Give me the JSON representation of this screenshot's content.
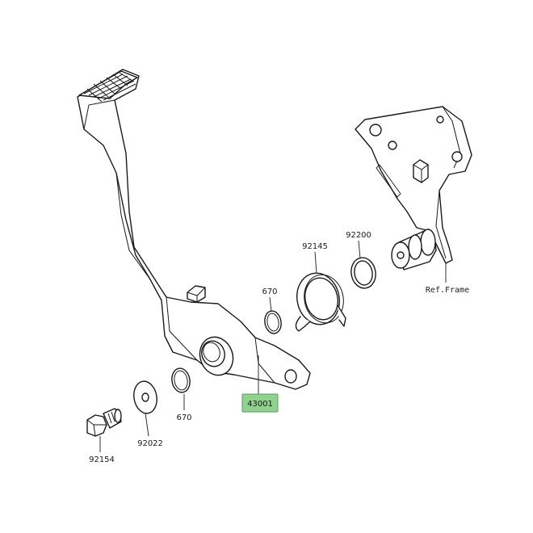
{
  "parts": {
    "p43001": "43001",
    "p92145": "92145",
    "p92200": "92200",
    "p670_upper": "670",
    "p670_lower": "670",
    "p92022": "92022",
    "p92154": "92154"
  },
  "ref_frame": "Ref.Frame",
  "colors": {
    "highlight": "#8fd18f",
    "highlight_border": "#5aa05a",
    "line": "#1a1a1a"
  }
}
